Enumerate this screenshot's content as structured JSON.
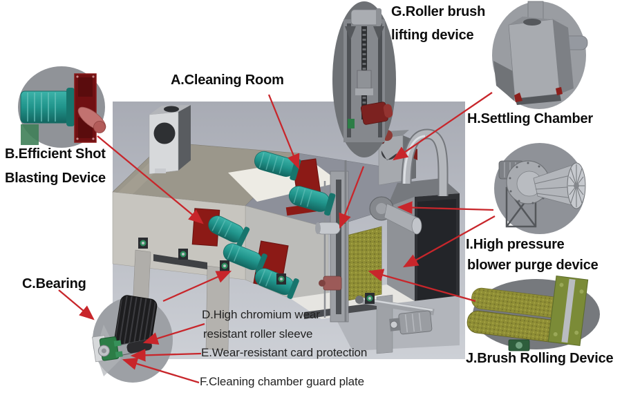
{
  "labels": {
    "a": "A.Cleaning Room",
    "b1": "B.Efficient Shot",
    "b2": "Blasting Device",
    "c": "C.Bearing",
    "d1": "D.High chromium wear",
    "d2": "resistant roller sleeve",
    "e": "E.Wear-resistant card protection",
    "f": "F.Cleaning chamber guard plate",
    "g1": "G.Roller brush",
    "g2": "lifting device",
    "h": "H.Settling Chamber",
    "i1": "I.High pressure",
    "i2": "blower purge device",
    "j": "J.Brush Rolling Device"
  },
  "colors": {
    "arrow_red": "#c8262b",
    "scene_background_top": "#a8abb4",
    "scene_background_bottom": "#cdd0d6",
    "machine_gray": "#b9bcc2",
    "roof_tan": "#9b978b",
    "motor_teal": "#20948b",
    "blaster_red": "#8c1a16",
    "plate_dark_red": "#701012",
    "brush_olive": "#8f8e35",
    "bearing_green": "#2c7d46",
    "outlet_dark": "#2f3135",
    "callout_gray": "#8f9298"
  },
  "callout_names": {
    "b": "shot-blasting-device-detail",
    "c": "bearing-detail",
    "g": "roller-brush-lifting-detail",
    "h": "settling-chamber-detail",
    "i": "high-pressure-blower-detail",
    "j": "brush-roller-detail"
  }
}
